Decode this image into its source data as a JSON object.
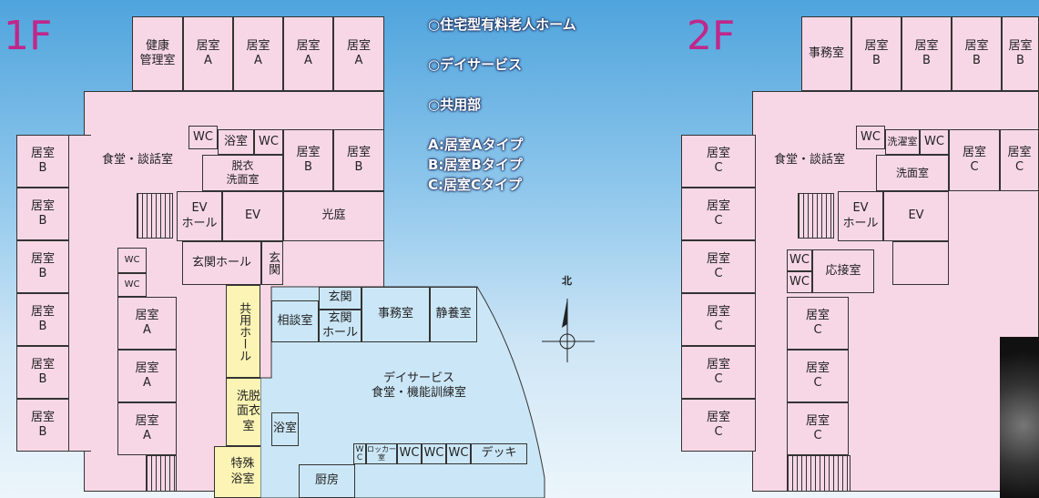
{
  "floor1": {
    "label": "1F",
    "rooms": {
      "health": "健康\n管理室",
      "a1": "居室\nA",
      "a2": "居室\nA",
      "a3": "居室\nA",
      "a4": "居室\nA",
      "wc1": "WC",
      "bath1": "浴室",
      "wc2": "WC",
      "b_right1": "居室\nB",
      "b_right2": "居室\nB",
      "dining": "食堂・談話室",
      "dressing": "脱衣\n洗面室",
      "ev_hall": "EV\nホール",
      "ev": "EV",
      "court": "光庭",
      "b_left": [
        "居室\nB",
        "居室\nB",
        "居室\nB",
        "居室\nB",
        "居室\nB",
        "居室\nB"
      ],
      "wc_small1": "WC",
      "wc_small2": "WC",
      "entrance_hall": "玄関ホール",
      "entrance_v": "玄関",
      "a_left": [
        "居室\nA",
        "居室\nA",
        "居室\nA"
      ],
      "shared_hall": "共用ホール",
      "wash_dress": "洗脱\n面衣\n室",
      "special_bath": "特殊\n浴室",
      "bath2": "浴室",
      "consult": "相談室",
      "entrance2": "玄関",
      "entrance_hall2": "玄関\nホール",
      "office": "事務室",
      "rest": "静養室",
      "day_service": "デイサービス\n食堂・機能訓練室",
      "kitchen": "厨房",
      "wc_c": "W\nC",
      "locker": "ロッカー\n室",
      "wc3": "WC",
      "wc4": "WC",
      "wc5": "WC",
      "deck": "デッキ"
    }
  },
  "floor2": {
    "label": "2F",
    "rooms": {
      "office": "事務室",
      "b_top": [
        "居室\nB",
        "居室\nB",
        "居室\nB",
        "居室\nB"
      ],
      "wc": "WC",
      "laundry": "洗濯室",
      "wc2": "WC",
      "c_right1": "居室\nC",
      "c_right2": "居室\nC",
      "dining": "食堂・談話室",
      "washroom": "洗面室",
      "ev_hall": "EV\nホール",
      "ev": "EV",
      "c_left": [
        "居室\nC",
        "居室\nC",
        "居室\nC",
        "居室\nC",
        "居室\nC",
        "居室\nC"
      ],
      "wc_a": "WC",
      "wc_b": "WC",
      "reception": "応接室",
      "c_mid": [
        "居室\nC",
        "居室\nC",
        "居室\nC"
      ]
    }
  },
  "legend": {
    "item1": "○住宅型有料老人ホーム",
    "item2": "○デイサービス",
    "item3": "○共用部",
    "type_a": "A:居室Aタイプ",
    "type_b": "B:居室Bタイプ",
    "type_c": "C:居室Cタイプ"
  },
  "compass": {
    "north": "北"
  },
  "colors": {
    "residence": "#f7d7e6",
    "day_service": "#cbe7f7",
    "common": "#fbf4b4",
    "floor_label": "#c0278a"
  }
}
